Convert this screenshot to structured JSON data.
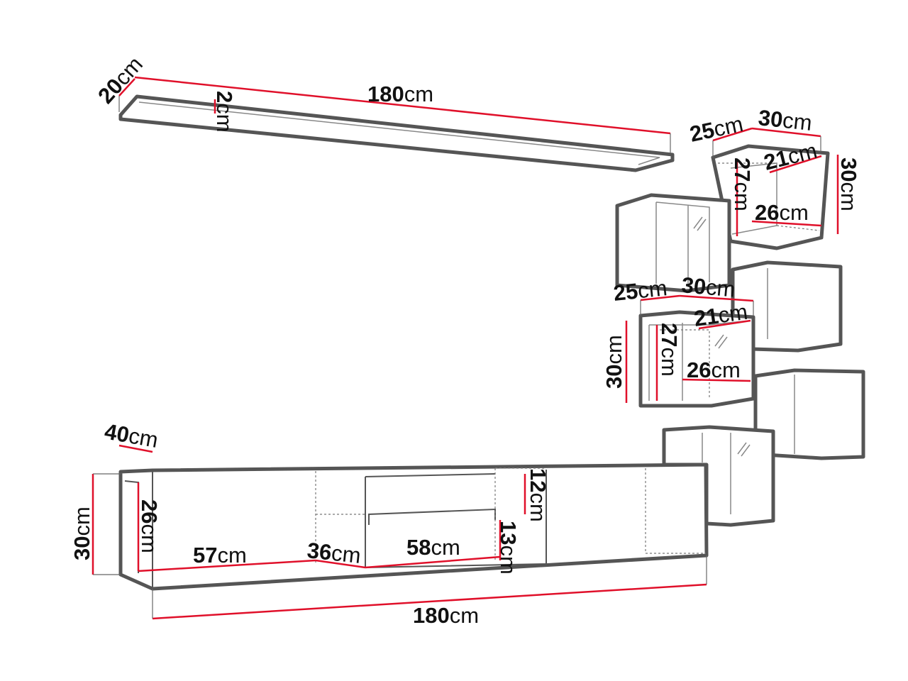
{
  "unit": "cm",
  "dimensions": {
    "shelf_length": "180",
    "shelf_depth": "20",
    "shelf_thickness": "2",
    "cabinet_top_depth": "25",
    "cabinet_top_width": "30",
    "cabinet_top_inner_depth": "21",
    "cabinet_top_inner_height": "27",
    "cabinet_top_inner_width": "26",
    "cabinet_top_height": "30",
    "cabinet_mid_depth": "25",
    "cabinet_mid_width": "30",
    "cabinet_mid_inner_depth": "21",
    "cabinet_mid_height": "30",
    "cabinet_mid_inner_height": "27",
    "cabinet_mid_inner_width": "26",
    "tv_depth": "40",
    "tv_height": "30",
    "tv_inner_height": "26",
    "tv_compartment_left": "57",
    "tv_compartment_mid_depth": "36",
    "tv_compartment_center": "58",
    "tv_upper_opening": "12",
    "tv_lower_opening": "13",
    "tv_length": "180"
  }
}
